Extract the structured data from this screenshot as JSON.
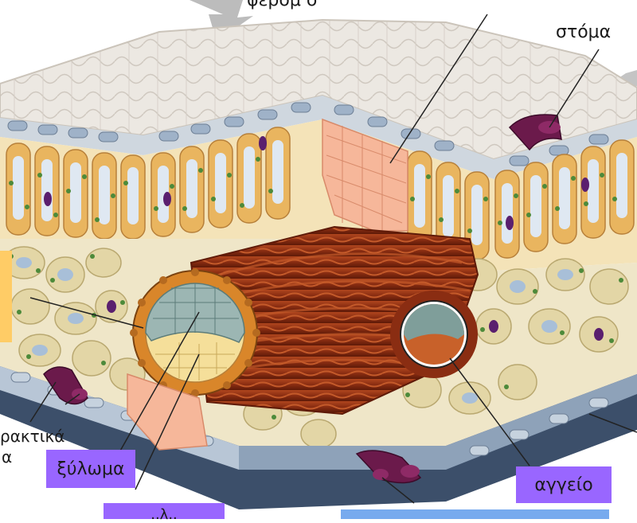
{
  "labels": {
    "top_fragment": "φερόμ               σ",
    "stoma": "στόμα",
    "left_fragment_1": "ρακτικά",
    "left_fragment_2": "α",
    "xylem": "ξύλωμα",
    "vessel": "αγγείο",
    "bottom_fragment": "..λ.."
  },
  "colors": {
    "label_box": "#9966ff",
    "blue_box": "#77aaee",
    "yellow_box": "#ffcc66",
    "upper_epidermis": "#ece8e2",
    "epidermis_cells": "#a9b9cc",
    "palisade": "#e9b55f",
    "spongy": "#e3d6a6",
    "vein": "#8a2d12",
    "xylem": "#9cb6b3",
    "phloem": "#f5df9a",
    "bundle_sheath": "#d9862a",
    "guard_cells": "#6b1a4b",
    "lower_epidermis": "#3c4f6a",
    "arrows": "#bcbcbc"
  }
}
